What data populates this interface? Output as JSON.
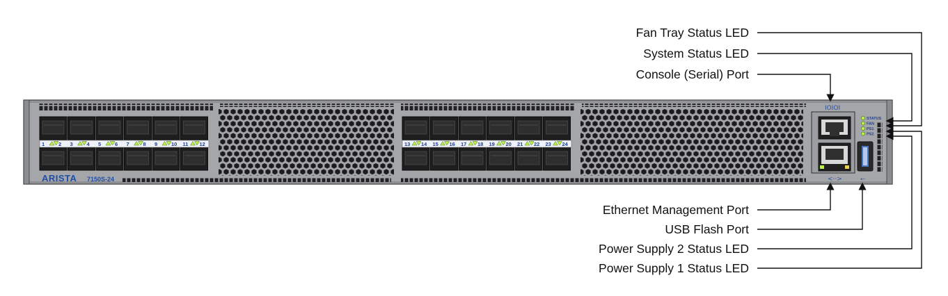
{
  "device": {
    "brand": "ARISTA",
    "model": "7150S-24",
    "port_groups": [
      {
        "name": "left",
        "numbers": [
          "1",
          "2",
          "3",
          "4",
          "5",
          "6",
          "7",
          "8",
          "9",
          "10",
          "11",
          "12"
        ]
      },
      {
        "name": "right",
        "numbers": [
          "13",
          "14",
          "15",
          "16",
          "17",
          "18",
          "19",
          "20",
          "21",
          "22",
          "23",
          "24"
        ]
      }
    ],
    "console_symbol": "IOIOI",
    "ethernet_symbol": "<··>",
    "usb_symbol": "⭠",
    "status_leds": [
      "STATUS",
      "FAN",
      "PS1",
      "PS2"
    ],
    "colors": {
      "chassis": "#9a9ca0",
      "chassis_dark": "#2a2a2a",
      "brand": "#1f4ea8",
      "led_green": "#b9f04a"
    }
  },
  "callouts": {
    "top": [
      {
        "id": "fan-tray",
        "label": "Fan Tray Status LED"
      },
      {
        "id": "system-status",
        "label": "System Status LED"
      },
      {
        "id": "console-port",
        "label": "Console (Serial) Port"
      }
    ],
    "bottom": [
      {
        "id": "ethernet-mgmt",
        "label": "Ethernet Management Port"
      },
      {
        "id": "usb-flash",
        "label": "USB Flash Port"
      },
      {
        "id": "ps2-led",
        "label": "Power Supply 2 Status LED"
      },
      {
        "id": "ps1-led",
        "label": "Power Supply 1 Status LED"
      }
    ]
  }
}
